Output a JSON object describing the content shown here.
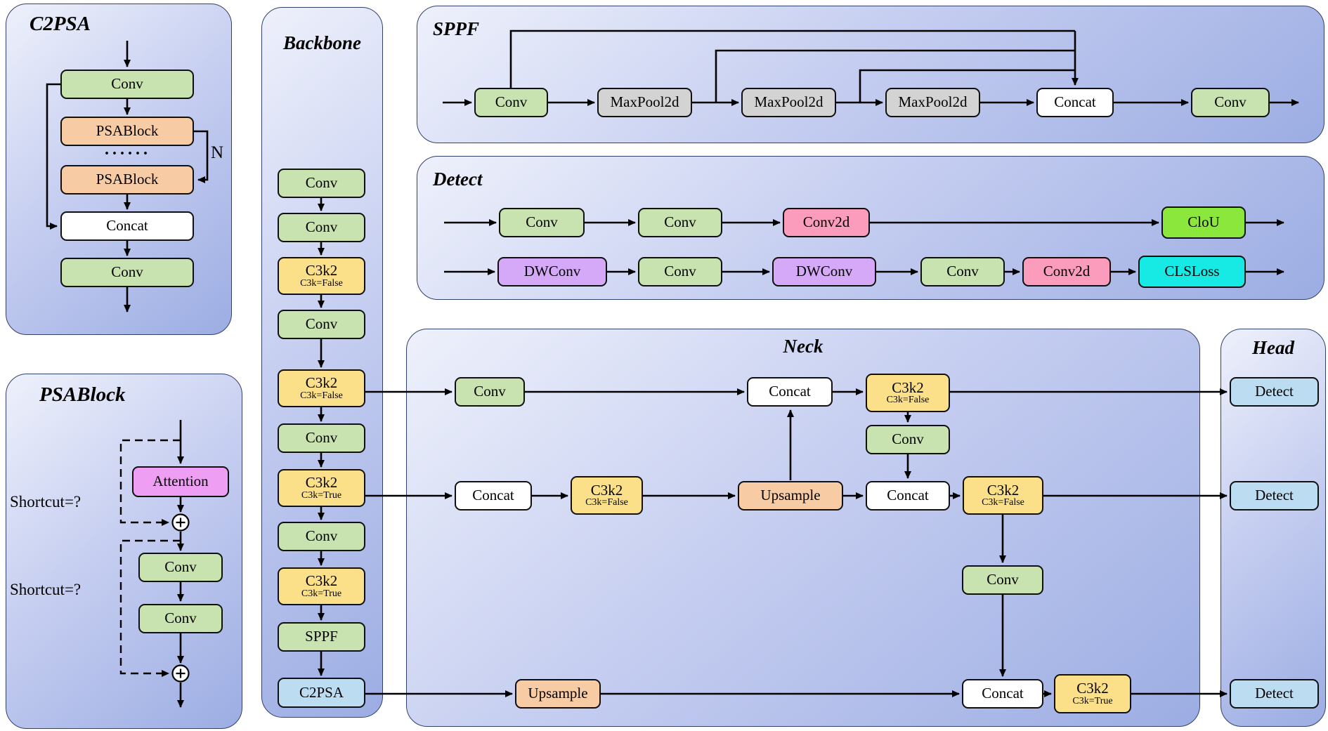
{
  "colors": {
    "panel_fill_light": "#eef1fb",
    "panel_fill_dark": "#9cade3",
    "panel_border": "#32406e",
    "conv_green": "#c8e3af",
    "c3k2_yellow": "#fbe089",
    "maxpool_gray": "#d3d3d3",
    "concat_white": "#ffffff",
    "psablock_peach": "#f7cba3",
    "attention_violet": "#ee9ef3",
    "dwconv_lavender": "#d5a9f7",
    "conv2d_pink": "#fb9cbc",
    "ciou_green": "#8ce73c",
    "clsloss_cyan": "#17e9e5",
    "detect_blue": "#bcdcf2",
    "arrow_black": "#000000"
  },
  "icons": {
    "residual_add": "⊕"
  },
  "panels": {
    "c2psa": {
      "title": "C2PSA",
      "conv_top": "Conv",
      "psablock_1": "PSABlock",
      "dots": "······",
      "psablock_2": "PSABlock",
      "concat": "Concat",
      "conv_bottom": "Conv",
      "loop_label": "N"
    },
    "psablock": {
      "title": "PSABlock",
      "attention": "Attention",
      "conv_1": "Conv",
      "conv_2": "Conv",
      "shortcut_top": "Shortcut=?",
      "shortcut_bottom": "Shortcut=?"
    },
    "backbone": {
      "title": "Backbone",
      "blocks": [
        {
          "label": "Conv"
        },
        {
          "label": "Conv"
        },
        {
          "label": "C3k2",
          "sub": "C3k=False"
        },
        {
          "label": "Conv"
        },
        {
          "label": "C3k2",
          "sub": "C3k=False"
        },
        {
          "label": "Conv"
        },
        {
          "label": "C3k2",
          "sub": "C3k=True"
        },
        {
          "label": "Conv"
        },
        {
          "label": "C3k2",
          "sub": "C3k=True"
        },
        {
          "label": "SPPF"
        },
        {
          "label": "C2PSA"
        }
      ]
    },
    "sppf": {
      "title": "SPPF",
      "blocks": [
        {
          "label": "Conv"
        },
        {
          "label": "MaxPool2d"
        },
        {
          "label": "MaxPool2d"
        },
        {
          "label": "MaxPool2d"
        },
        {
          "label": "Concat"
        },
        {
          "label": "Conv"
        }
      ]
    },
    "detect": {
      "title": "Detect",
      "row1": [
        {
          "label": "Conv"
        },
        {
          "label": "Conv"
        },
        {
          "label": "Conv2d"
        },
        {
          "label": "CloU"
        }
      ],
      "row2": [
        {
          "label": "DWConv"
        },
        {
          "label": "Conv"
        },
        {
          "label": "DWConv"
        },
        {
          "label": "Conv"
        },
        {
          "label": "Conv2d"
        },
        {
          "label": "CLSLoss"
        }
      ]
    },
    "neck": {
      "title": "Neck",
      "conv_p3": "Conv",
      "concat_top": "Concat",
      "c3k2_top": {
        "label": "C3k2",
        "sub": "C3k=False"
      },
      "conv_mid": "Conv",
      "concat_mid": "Concat",
      "concat_left": "Concat",
      "c3k2_left": {
        "label": "C3k2",
        "sub": "C3k=False"
      },
      "upsample_mid": "Upsample",
      "c3k2_right": {
        "label": "C3k2",
        "sub": "C3k=False"
      },
      "conv_down": "Conv",
      "upsample_bottom": "Upsample",
      "concat_bottom": "Concat",
      "c3k2_bottom": {
        "label": "C3k2",
        "sub": "C3k=True"
      }
    },
    "head": {
      "title": "Head",
      "detects": [
        {
          "label": "Detect"
        },
        {
          "label": "Detect"
        },
        {
          "label": "Detect"
        }
      ]
    }
  }
}
